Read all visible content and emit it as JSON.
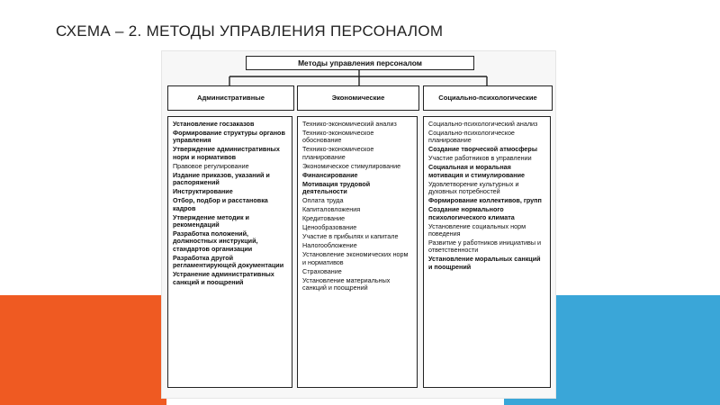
{
  "slide": {
    "title": "СХЕМА – 2. МЕТОДЫ УПРАВЛЕНИЯ ПЕРСОНАЛОМ"
  },
  "diagram": {
    "root": "Методы управления персоналом",
    "columns": [
      {
        "heading": "Административные",
        "items": [
          "Установление госзаказов",
          "Формирование структуры органов управления",
          "Утверждение административных норм и нормативов",
          "Правовое регулирование",
          "Издание приказов, указаний и распоряжений",
          "Инструктирование",
          "Отбор, подбор и расстановка кадров",
          "Утверждение методик и рекомендаций",
          "Разработка положений, должностных инструкций, стандартов организации",
          "Разработка другой регламентирующей документации",
          "Устранение административных санкций и поощрений"
        ]
      },
      {
        "heading": "Экономические",
        "items": [
          "Технико-экономический анализ",
          "Технико-экономическое обоснование",
          "Технико-экономическое планирование",
          "Экономическое стимулирование",
          "Финансирование",
          "Мотивация трудовой деятельности",
          "Оплата труда",
          "Капиталовложения",
          "Кредитование",
          "Ценообразование",
          "Участие в прибылях и капитале",
          "Налогообложение",
          "Установление экономических норм и нормативов",
          "Страхование",
          "Установление материальных санкций и поощрений"
        ]
      },
      {
        "heading": "Социально-психологические",
        "items": [
          "Социально-психологический анализ",
          "Социально-психологическое планирование",
          "Создание творческой атмосферы",
          "Участие работников в управлении",
          "Социальная и моральная мотивация и стимулирование",
          "Удовлетворение культурных и духовных потребностей",
          "Формирование коллективов, групп",
          "Создание нормального психологического климата",
          "Установление социальных норм поведения",
          "Развитие у работников инициативы и ответственности",
          "Установление моральных санкций и поощрений"
        ]
      }
    ]
  },
  "colors": {
    "accent_orange": "#ef5a22",
    "accent_blue": "#3aa6d8",
    "box_border": "#222222"
  }
}
